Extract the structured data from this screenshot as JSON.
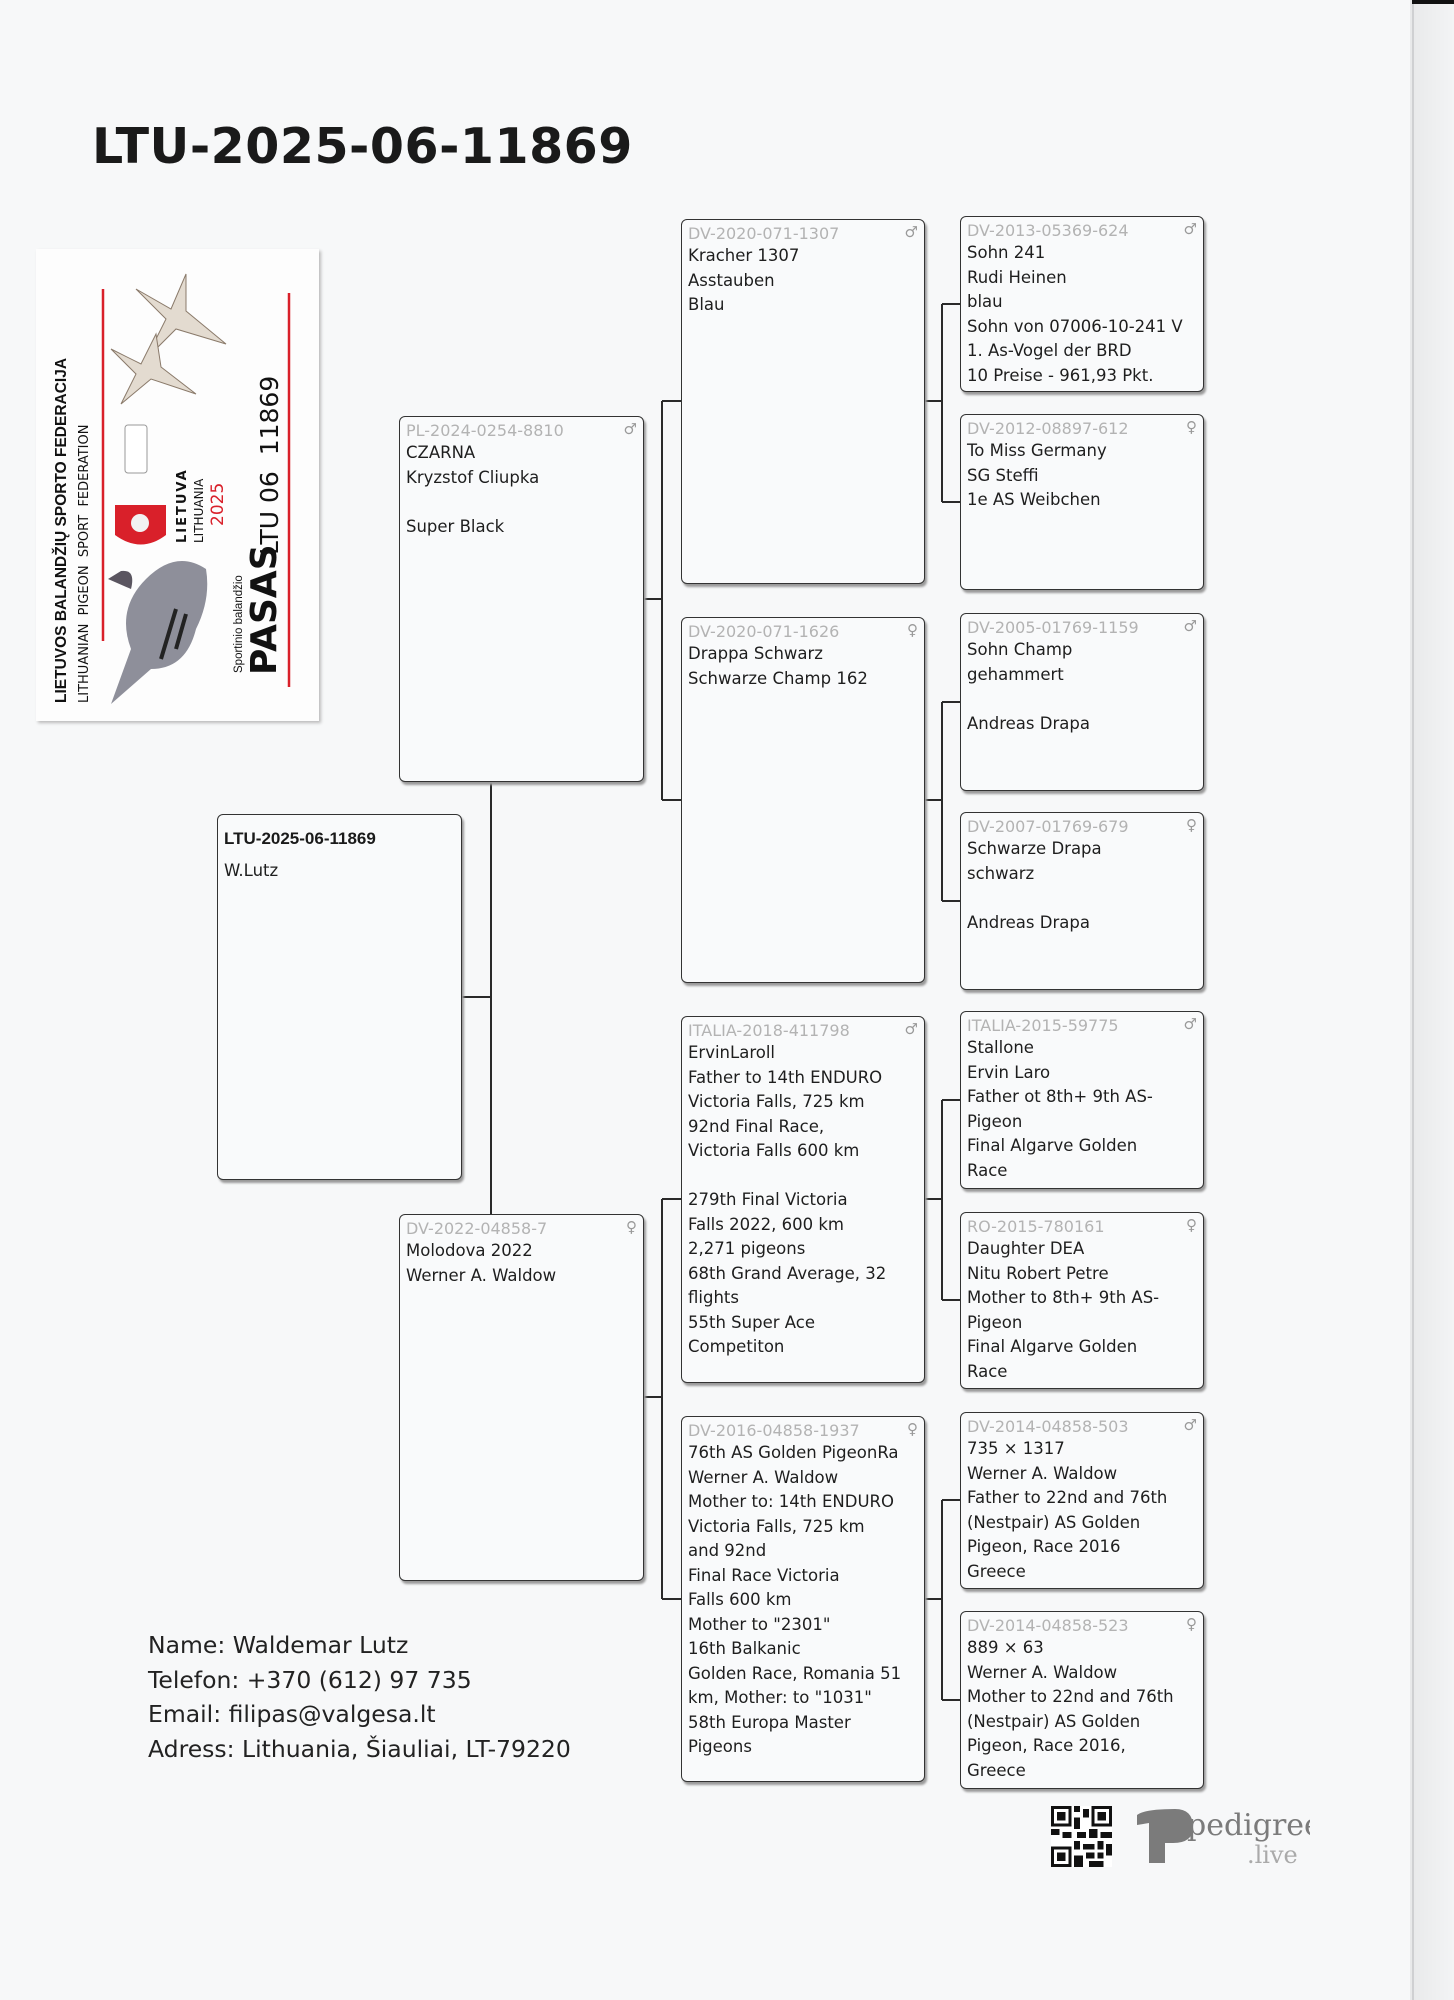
{
  "title": "LTU-2025-06-11869",
  "passport_card": {
    "federation_lt": "LIETUVOS BALANDŽIŲ SPORTO FEDERACIJA",
    "federation_en": "LITHUANIAN  PIGEON  SPORT  FEDERATION",
    "country_lt": "LIETUVA",
    "country_en": "LITHUANIA",
    "year": "2025",
    "subtitle": "Sportinio balandžio",
    "doc": "PASAS",
    "ring": "LTU 06  11869",
    "accent_color": "#d9202a"
  },
  "pigeon": {
    "ring": "LTU-2025-06-11869",
    "lines": [
      "W.Lutz"
    ]
  },
  "ancestors": [
    {
      "ring": "PL-2024-0254-8810",
      "sex": "♂",
      "lines": [
        "CZARNA",
        "Kryzstof Cliupka",
        "",
        "Super Black"
      ]
    },
    {
      "ring": "DV-2022-04858-7",
      "sex": "♀",
      "lines": [
        "Molodova 2022",
        "Werner A. Waldow"
      ]
    },
    {
      "ring": "DV-2020-071-1307",
      "sex": "♂",
      "lines": [
        "Kracher 1307",
        "Asstauben",
        "Blau"
      ]
    },
    {
      "ring": "DV-2020-071-1626",
      "sex": "♀",
      "lines": [
        "Drappa Schwarz",
        "Schwarze Champ 162"
      ]
    },
    {
      "ring": "ITALIA-2018-411798",
      "sex": "♂",
      "lines": [
        "ErvinLaroll",
        "Father to 14th ENDURO",
        "Victoria Falls, 725 km",
        "92nd Final Race,",
        "Victoria Falls 600 km",
        "",
        "279th Final Victoria",
        "Falls 2022, 600 km",
        "2,271 pigeons",
        "68th Grand Average, 32",
        "flights",
        "55th Super Ace",
        "Competiton"
      ]
    },
    {
      "ring": "DV-2016-04858-1937",
      "sex": "♀",
      "lines": [
        "76th AS Golden PigeonRa",
        "Werner A. Waldow",
        "Mother to: 14th ENDURO",
        "Victoria Falls, 725 km",
        "and 92nd",
        "Final Race Victoria",
        "Falls 600 km",
        "Mother to \"2301\"",
        "16th Balkanic",
        "Golden Race, Romania 51",
        "km, Mother: to \"1031\"",
        "58th Europa Master",
        "Pigeons"
      ]
    },
    {
      "ring": "DV-2013-05369-624",
      "sex": "♂",
      "lines": [
        "Sohn 241",
        "Rudi Heinen",
        "blau",
        "Sohn von 07006-10-241 V",
        "1. As-Vogel der BRD",
        "10 Preise - 961,93 Pkt."
      ]
    },
    {
      "ring": "DV-2012-08897-612",
      "sex": "♀",
      "lines": [
        "To Miss Germany",
        "SG Steffi",
        "1e AS Weibchen"
      ]
    },
    {
      "ring": "DV-2005-01769-1159",
      "sex": "♂",
      "lines": [
        "Sohn Champ",
        "gehammert",
        "",
        "Andreas Drapa"
      ]
    },
    {
      "ring": "DV-2007-01769-679",
      "sex": "♀",
      "lines": [
        "Schwarze Drapa",
        "schwarz",
        "",
        "Andreas Drapa"
      ]
    },
    {
      "ring": "ITALIA-2015-59775",
      "sex": "♂",
      "lines": [
        "Stallone",
        "Ervin Laro",
        "Father ot 8th+ 9th AS-",
        "Pigeon",
        "Final Algarve Golden",
        "Race"
      ]
    },
    {
      "ring": "RO-2015-780161",
      "sex": "♀",
      "lines": [
        "Daughter DEA",
        "Nitu Robert Petre",
        "Mother to 8th+ 9th AS-",
        "Pigeon",
        "Final Algarve Golden",
        "Race"
      ]
    },
    {
      "ring": "DV-2014-04858-503",
      "sex": "♂",
      "lines": [
        "735 × 1317",
        "Werner A. Waldow",
        "Father to 22nd and 76th",
        "(Nestpair) AS Golden",
        "Pigeon, Race 2016",
        "Greece"
      ]
    },
    {
      "ring": "DV-2014-04858-523",
      "sex": "♀",
      "lines": [
        "889 × 63",
        "Werner A. Waldow",
        "Mother to 22nd and 76th",
        "(Nestpair) AS Golden",
        "Pigeon, Race 2016,",
        "Greece"
      ]
    }
  ],
  "contact": {
    "name": "Name: Waldemar Lutz",
    "phone": "Telefon: +370 (612) 97 735",
    "email": "Email: filipas@valgesa.lt",
    "address": "Adress: Lithuania, Šiauliai, LT-79220"
  },
  "branding": {
    "logo_main": "pedigree",
    "logo_sub": ".live",
    "qr_icon": "qr-code-icon"
  }
}
